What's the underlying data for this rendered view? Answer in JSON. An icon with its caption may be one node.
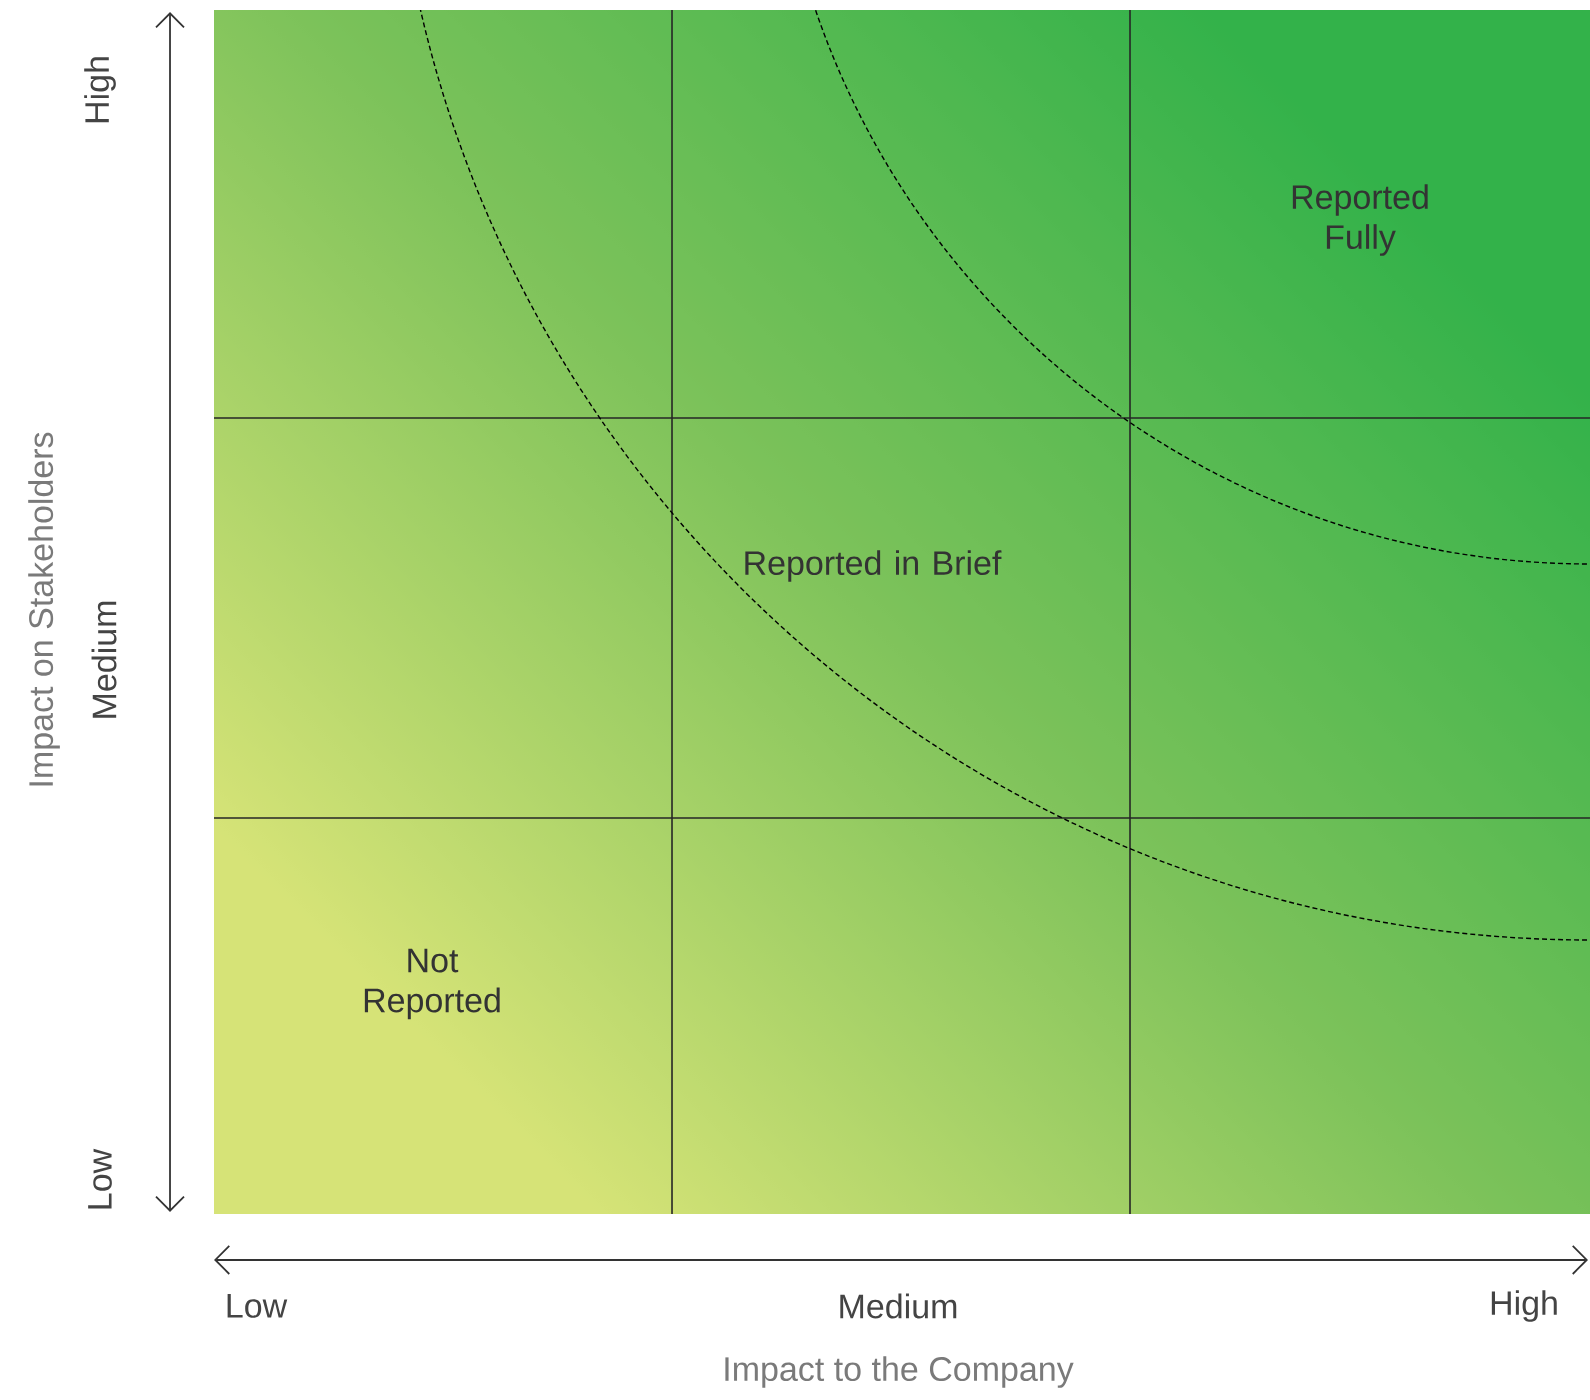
{
  "diagram": {
    "labels": [
      "High",
      "Medium",
      "Low",
      "Impact on Stakeholders",
      "Reported Fully",
      "Reported in Brief",
      "Not Reported",
      "Low",
      "Medium",
      "High",
      "Impact to the Company"
    ]
  }
}
